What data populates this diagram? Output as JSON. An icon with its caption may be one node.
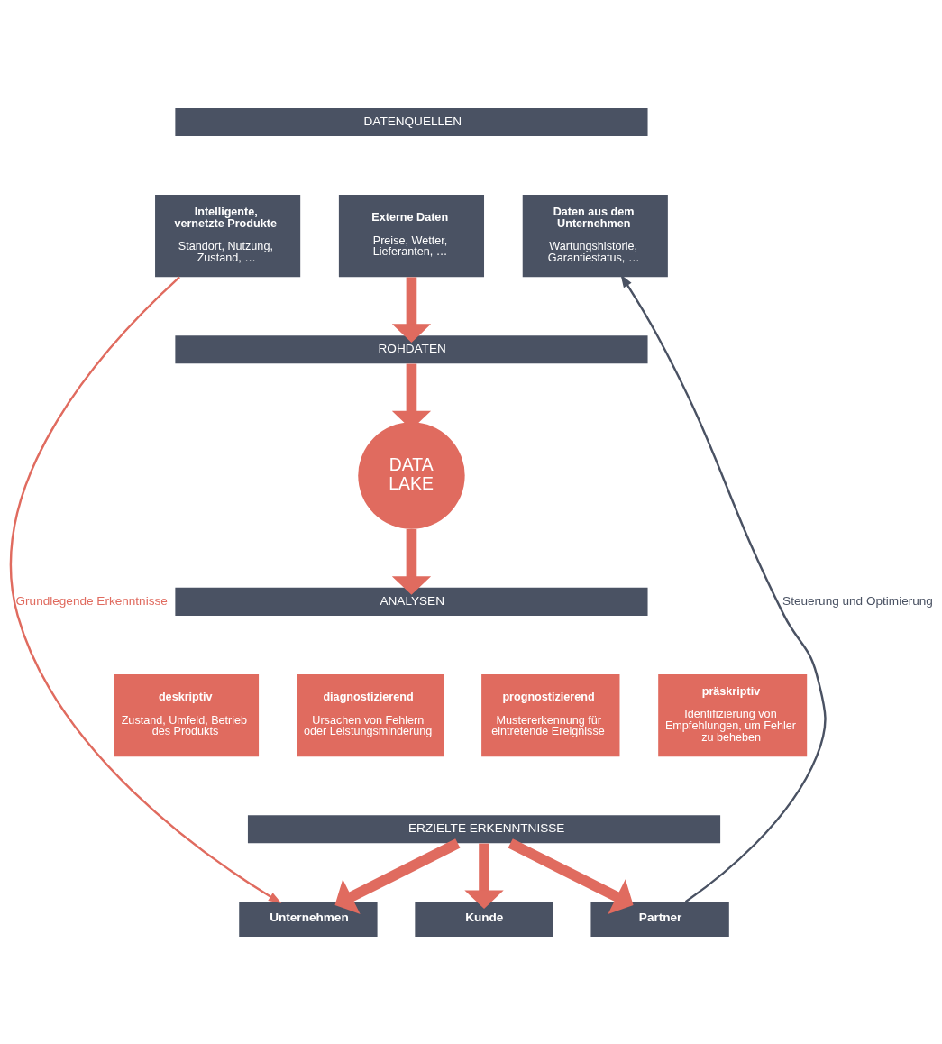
{
  "diagram": {
    "nodes": [
      {
        "text": [
          "DATENQUELLEN"
        ]
      },
      {
        "text": [
          "Intelligente, vernetzte Produkte",
          "Standort, Nutzung, Zustand, …"
        ]
      },
      {
        "text": [
          "Externe Daten",
          "Preise, Wetter, Lieferanten, …"
        ]
      },
      {
        "text": [
          "Daten aus dem Unternehmen",
          "Wartungshistorie, Garantiestatus, …"
        ]
      },
      {
        "text": [
          "ROHDATEN"
        ]
      },
      {
        "text": [
          "DATA LAKE"
        ]
      },
      {
        "text": [
          "ANALYSEN"
        ]
      },
      {
        "text": [
          "deskriptiv",
          "Zustand, Umfeld, Betrieb des Produkts"
        ]
      },
      {
        "text": [
          "diagnostizierend",
          "Ursachen von Fehlern oder Leistungsminderung"
        ]
      },
      {
        "text": [
          "prognostizierend",
          "Mustererkennung für eintretende Ereignisse"
        ]
      },
      {
        "text": [
          "präskriptiv",
          "Identifizierung von Empfehlungen, um Fehler zu beheben"
        ]
      },
      {
        "text": [
          "ERZIELTE ERKENNTNISSE"
        ]
      },
      {
        "text": [
          "Unternehmen"
        ]
      },
      {
        "text": [
          "Kunde"
        ]
      },
      {
        "text": [
          "Partner"
        ]
      }
    ],
    "edges": [
      {
        "from": 2,
        "to": 4,
        "arrow": "to"
      },
      {
        "from": 4,
        "to": 5,
        "arrow": "to"
      },
      {
        "from": 5,
        "to": 6,
        "arrow": "to"
      },
      {
        "from": 11,
        "to": 12,
        "arrow": "to"
      },
      {
        "from": 11,
        "to": 13,
        "arrow": "to"
      },
      {
        "from": 11,
        "to": 14,
        "arrow": "to"
      },
      {
        "from": 1,
        "to": 12,
        "arrow": "to",
        "label": "Grundlegende Erkenntnisse"
      },
      {
        "from": 14,
        "to": 3,
        "arrow": "to",
        "label": "Steuerung und Optimierung",
        "color": "#4a5263"
      }
    ]
  }
}
